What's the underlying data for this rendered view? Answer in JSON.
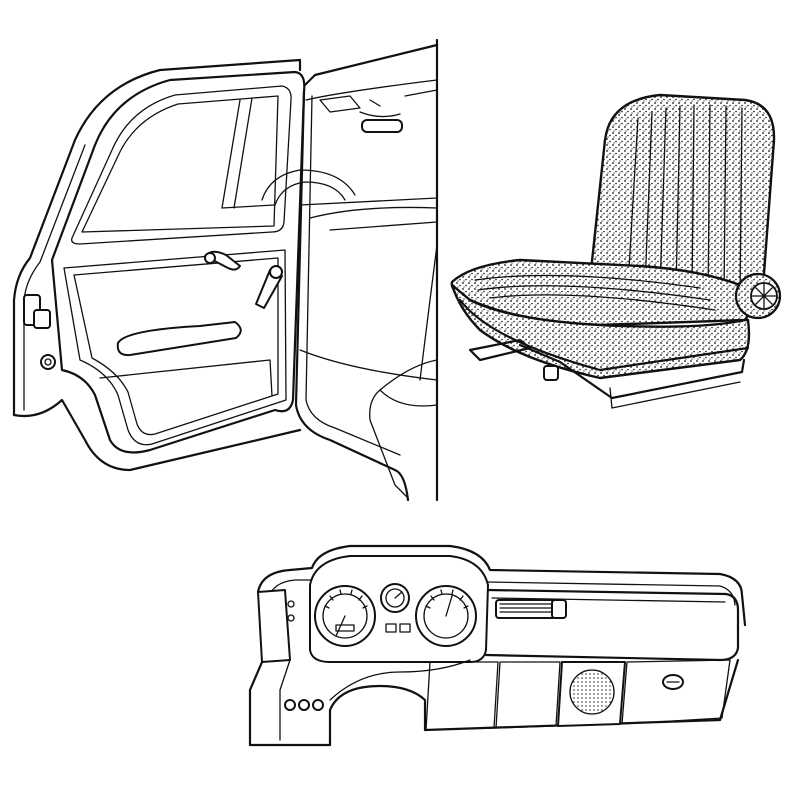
{
  "figures": [
    {
      "name": "car-door-interior",
      "icon": "car-door-icon"
    },
    {
      "name": "bucket-seat",
      "icon": "car-seat-icon"
    },
    {
      "name": "dashboard",
      "icon": "dashboard-icon"
    }
  ],
  "colors": {
    "ink": "#111111",
    "paper": "#ffffff"
  }
}
